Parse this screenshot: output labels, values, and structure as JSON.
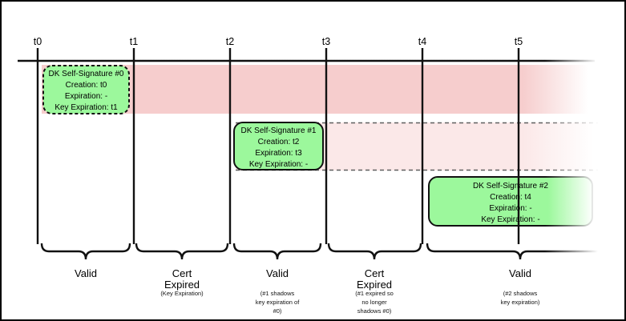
{
  "ticks": [
    "t0",
    "t1",
    "t2",
    "t3",
    "t4",
    "t5"
  ],
  "signatures": [
    {
      "title": "DK Self-Signature #0",
      "creation": "Creation: t0",
      "expiration": "Expiration: -",
      "key_expiration": "Key Expiration: t1"
    },
    {
      "title": "DK Self-Signature #1",
      "creation": "Creation: t2",
      "expiration": "Expiration: t3",
      "key_expiration": "Key Expiration: -"
    },
    {
      "title": "DK Self-Signature #2",
      "creation": "Creation: t4",
      "expiration": "Expiration: -",
      "key_expiration": "Key Expiration: -"
    }
  ],
  "periods": [
    {
      "label": "Valid",
      "note": ""
    },
    {
      "label": "Cert\nExpired",
      "note": "(Key Expiration)"
    },
    {
      "label": "Valid",
      "note": "(#1 shadows\nkey expiration of\n#0)"
    },
    {
      "label": "Cert\nExpired",
      "note": "(#1 expired so\nno longer\nshadows #0)"
    },
    {
      "label": "Valid",
      "note": "(#2 shadows\nkey expiration)"
    }
  ],
  "colors": {
    "band_strong_pink": "#F6CDCD",
    "band_light_pink": "#FBE8E8",
    "signature_green": "#9CF89C",
    "line_black": "#111111",
    "dash_gray": "#5E5E5E"
  }
}
